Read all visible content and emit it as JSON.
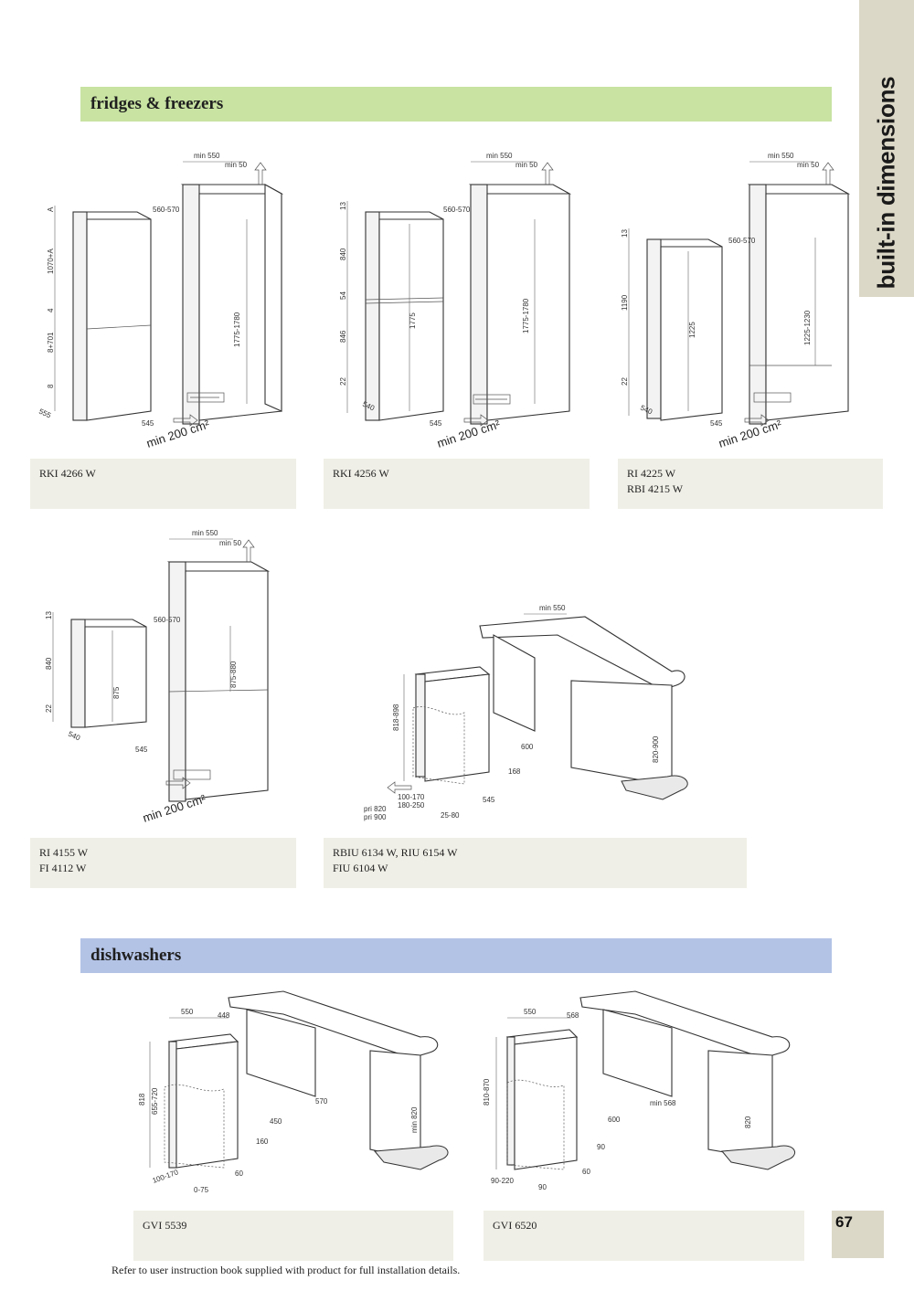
{
  "side_tab": {
    "title": "built-in dimensions"
  },
  "sections": {
    "fridges": "fridges & freezers",
    "dishwashers": "dishwashers"
  },
  "captions": {
    "rki4266": [
      "RKI 4266 W"
    ],
    "rki4256": [
      "RKI 4256 W"
    ],
    "ri4225": [
      "RI 4225 W",
      "RBI 4215 W"
    ],
    "ri4155": [
      "RI 4155 W",
      "FI 4112 W"
    ],
    "rbiu": [
      "RBIU 6134 W, RIU 6154 W",
      "FIU 6104 W"
    ],
    "gvi5539": [
      "GVI 5539"
    ],
    "gvi6520": [
      "GVI 6520"
    ]
  },
  "diagrams": {
    "d1": {
      "min550": "min 550",
      "min50": "min 50",
      "depth": "560-570",
      "height": "1775-1780",
      "w": "545",
      "d": "555",
      "left_dims": [
        "A",
        "1070+A",
        "4",
        "8+701",
        "8"
      ],
      "vent": "min 200 cm²"
    },
    "d2": {
      "min550": "min 550",
      "min50": "min 50",
      "depth": "560-570",
      "height": "1775-1780",
      "inner": "1775",
      "w": "545",
      "d": "540",
      "left_dims": [
        "13",
        "840",
        "54",
        "846",
        "22"
      ],
      "vent": "min 200 cm²"
    },
    "d3": {
      "min550": "min 550",
      "min50": "min 50",
      "depth": "560-570",
      "height": "1225-1230",
      "inner": "1225",
      "w": "545",
      "d": "540",
      "left_dims": [
        "13",
        "1190",
        "22"
      ],
      "vent": "min 200 cm²"
    },
    "d4": {
      "min550": "min 550",
      "min50": "min 50",
      "depth": "560-570",
      "height": "875-880",
      "inner": "875",
      "w": "545",
      "d": "540",
      "left_dims": [
        "13",
        "840",
        "22"
      ],
      "vent": "min 200 cm²"
    },
    "d5": {
      "min550": "min 550",
      "height": "818-898",
      "depth": "600",
      "plinth": "168",
      "w": "545",
      "gap": "25-80",
      "toe": "100-170\n180-250",
      "toe1": "100-170",
      "toe2": "180-250",
      "pri1": "pri 820",
      "pri2": "pri 900",
      "worktop": "820-900"
    },
    "d6": {
      "w": "550",
      "gap": "448",
      "h1": "818",
      "h2": "655-720",
      "depth": "450",
      "width2": "570",
      "worktop": "min 820",
      "plinth": "160",
      "toe": "100-170",
      "w60": "60",
      "floor": "0-75"
    },
    "d7": {
      "w": "550",
      "gap": "568",
      "h1": "810-870",
      "depth": "600",
      "inner": "min 568",
      "worktop": "820",
      "toe": "90-220",
      "w90": "90",
      "w90b": "90",
      "w60": "60"
    }
  },
  "page_number": "67",
  "footer": "Refer to user instruction book supplied with product for full installation details."
}
